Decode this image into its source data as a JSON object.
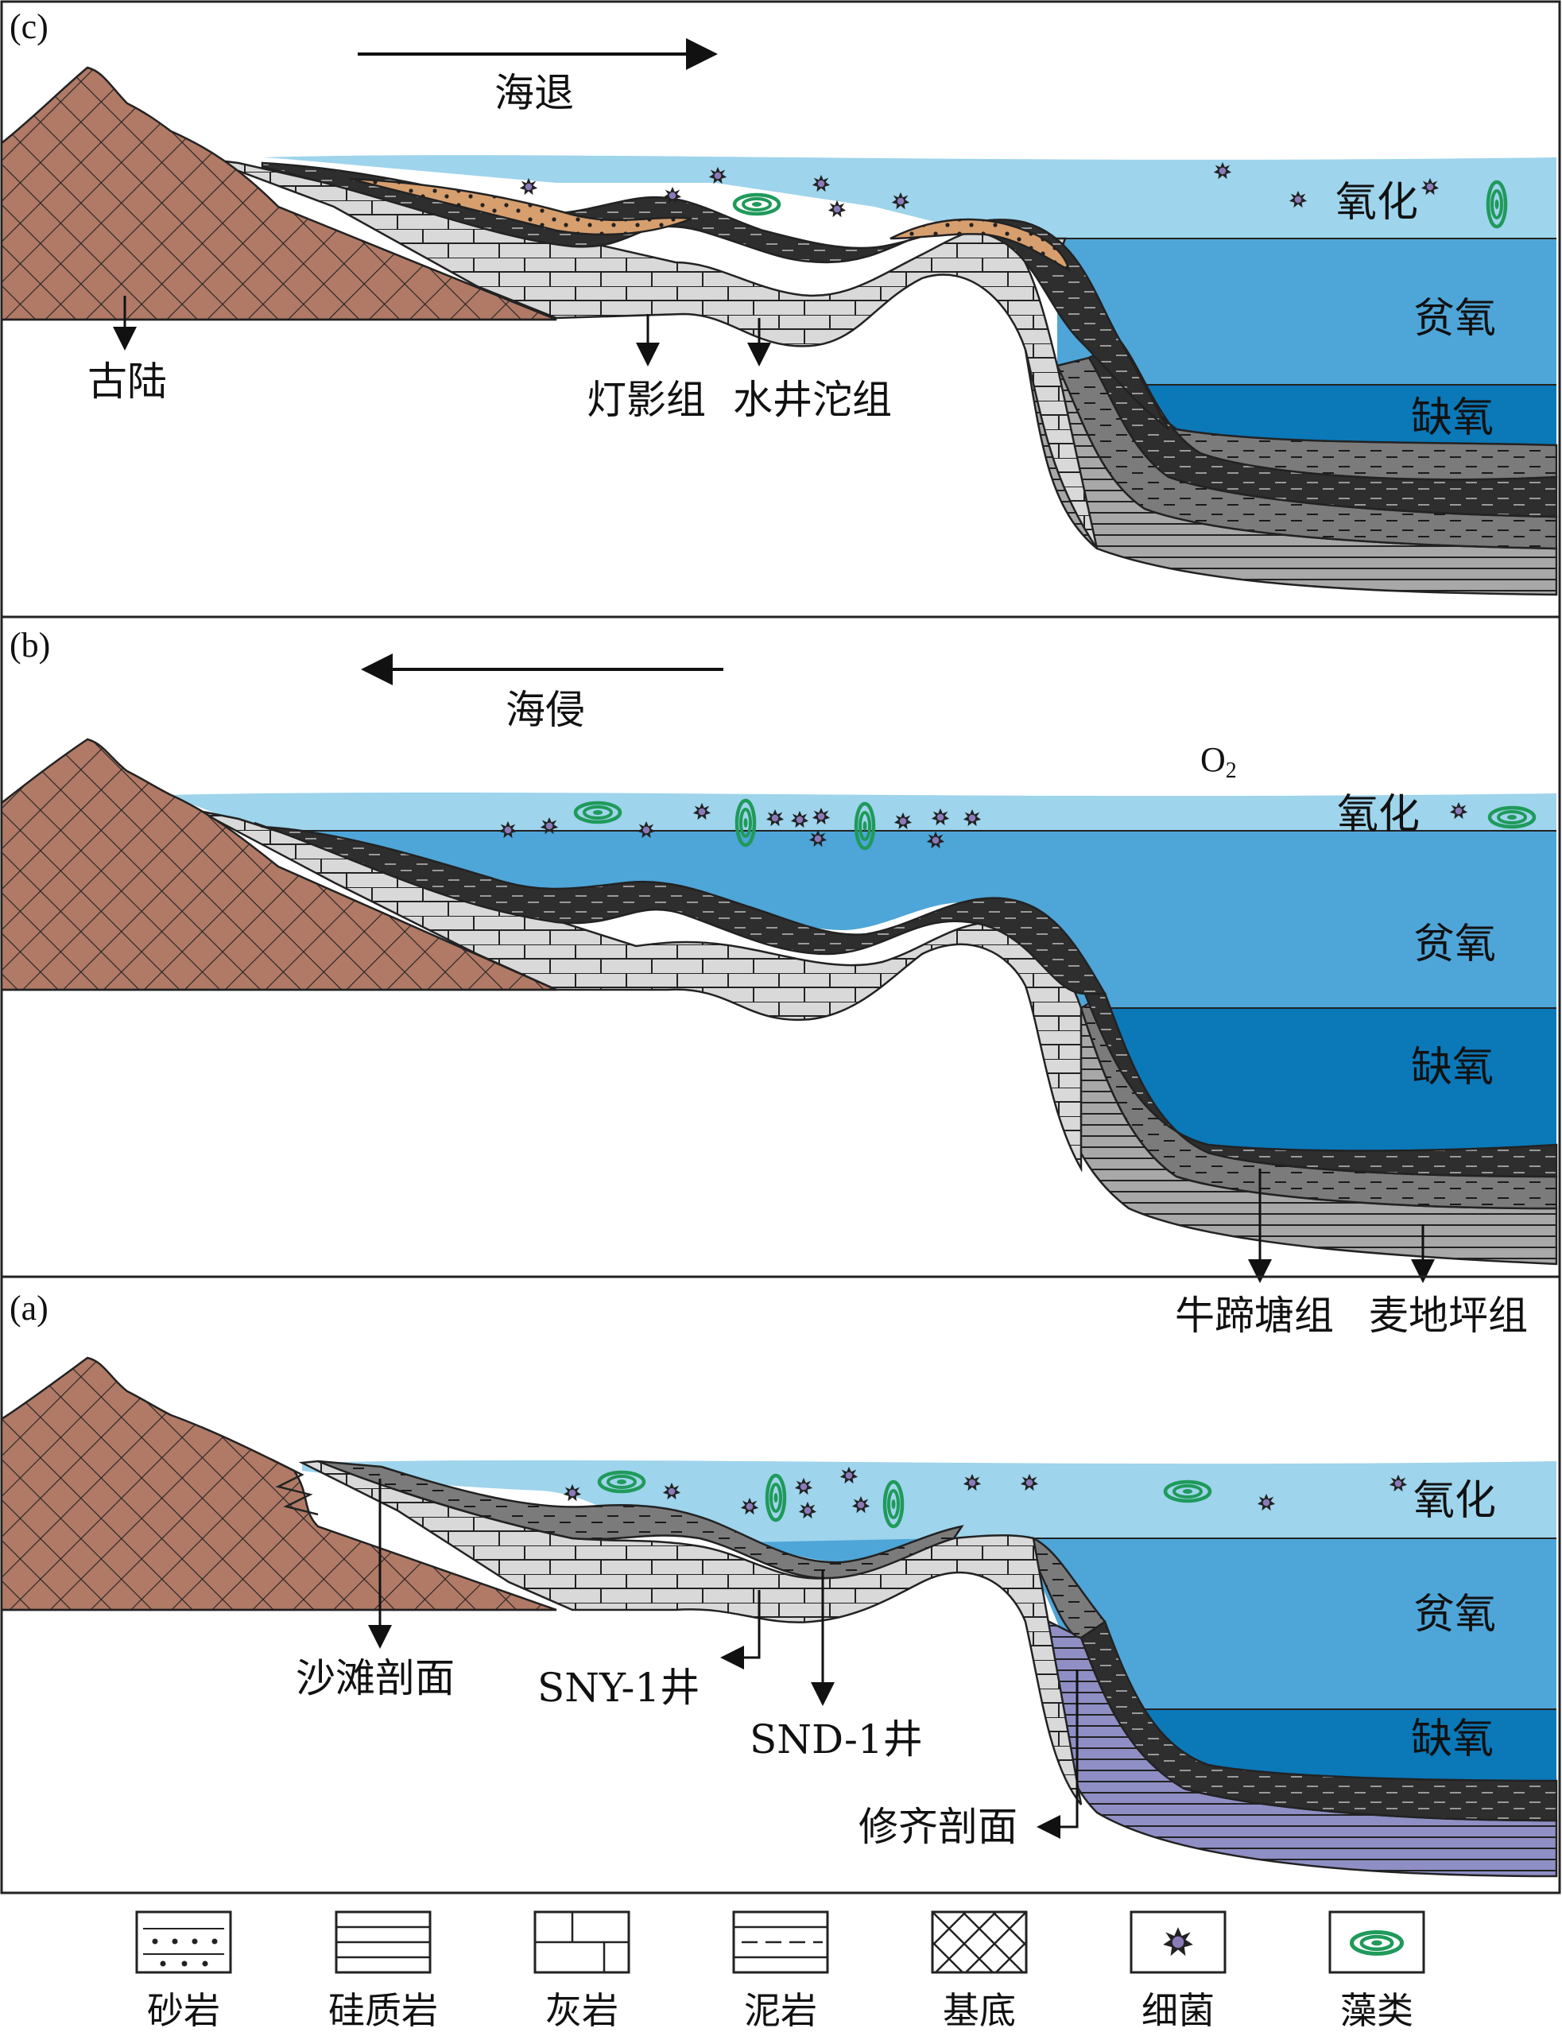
{
  "panels": {
    "c": {
      "tag": "(c)",
      "direction": "海退",
      "zones": {
        "ox": "氧化",
        "dys": "贫氧",
        "anox": "缺氧"
      },
      "labels": {
        "craton": "古陆",
        "dengying": "灯影组",
        "shuijingtuo": "水井沱组"
      }
    },
    "b": {
      "tag": "(b)",
      "direction": "海侵",
      "o2": "O",
      "o2_sub": "2",
      "zones": {
        "ox": "氧化",
        "dys": "贫氧",
        "anox": "缺氧"
      },
      "labels": {
        "niutitang": "牛蹄塘组",
        "maidiping": "麦地坪组"
      }
    },
    "a": {
      "tag": "(a)",
      "zones": {
        "ox": "氧化",
        "dys": "贫氧",
        "anox": "缺氧"
      },
      "labels": {
        "shatan": "沙滩剖面",
        "sny": "SNY-1井",
        "snd": "SND-1井",
        "xiuqi": "修齐剖面"
      }
    }
  },
  "legend": [
    {
      "icon": "sandstone",
      "label": "砂岩"
    },
    {
      "icon": "chert",
      "label": "硅质岩"
    },
    {
      "icon": "limestone",
      "label": "灰岩"
    },
    {
      "icon": "mudstone",
      "label": "泥岩"
    },
    {
      "icon": "basement",
      "label": "基底"
    },
    {
      "icon": "bacteria",
      "label": "细菌"
    },
    {
      "icon": "algae",
      "label": "藻类"
    }
  ],
  "colors": {
    "oxic": "#9ed4ec",
    "dysoxic": "#4ea5d8",
    "anoxic": "#0b78b8",
    "basement": "#b07a66",
    "limestone": "#d9d9d9",
    "black_shale": "#2e2e2e",
    "grey_shale": "#7b7b7b",
    "sandstone": "#d79f6e",
    "chert_purple": "#8f8fc6",
    "algae": "#1f9a5a",
    "bacteria": "#5c4a86"
  }
}
